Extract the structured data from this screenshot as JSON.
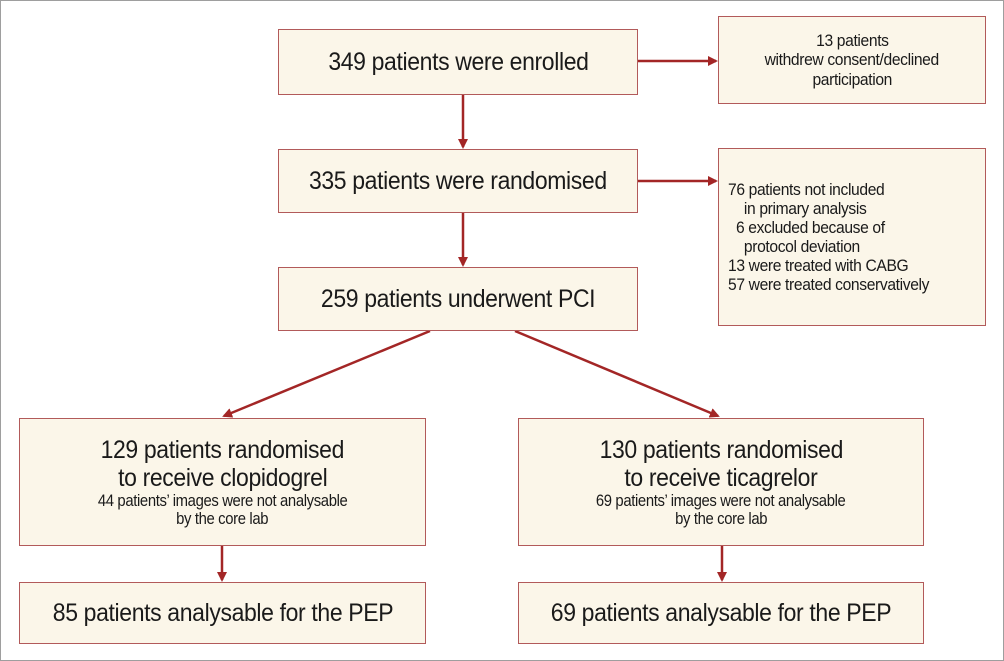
{
  "boxes": {
    "enrolled": "349 patients were enrolled",
    "withdrew": {
      "line1": "13 patients",
      "line2": "withdrew consent/declined",
      "line3": "participation"
    },
    "randomised": "335 patients were randomised",
    "not_included": {
      "line1": "76 patients not included",
      "line2": "    in primary analysis",
      "line3": "  6 excluded because of",
      "line4": "    protocol deviation",
      "line5": "13 were treated with CABG",
      "line6": "57 were treated conservatively"
    },
    "pci": "259 patients underwent PCI",
    "clopidogrel": {
      "line1": "129 patients randomised",
      "line2": "to receive clopidogrel",
      "line3": "44 patients’ images were not analysable",
      "line4": "by the core lab"
    },
    "ticagrelor": {
      "line1": "130 patients randomised",
      "line2": "to receive ticagrelor",
      "line3": "69 patients’ images were not analysable",
      "line4": "by the core lab"
    },
    "pep_left": "85 patients analysable for the PEP",
    "pep_right": "69 patients analysable for the PEP"
  },
  "colors": {
    "box_fill": "#fbf6e9",
    "box_border": "#b25a5a",
    "arrow": "#a32626"
  }
}
